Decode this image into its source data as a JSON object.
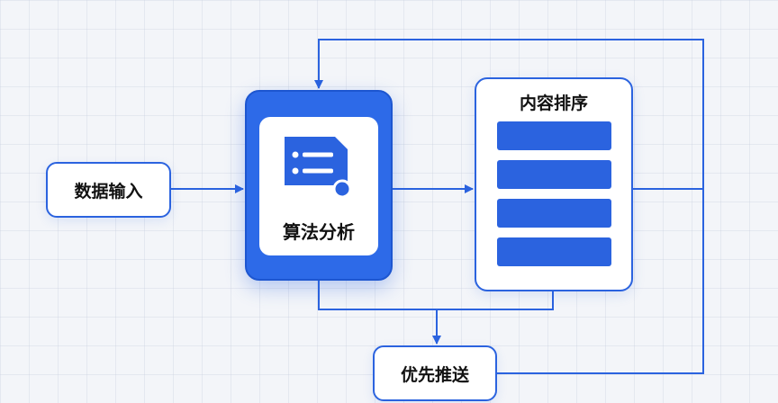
{
  "diagram": {
    "nodes": {
      "input": {
        "label": "数据输入"
      },
      "algorithm": {
        "label": "算法分析",
        "icon": "server-document-icon"
      },
      "ranking": {
        "label": "内容排序",
        "rows": 4
      },
      "push": {
        "label": "优先推送"
      }
    },
    "edges": [
      {
        "from": "数据输入",
        "to": "算法分析"
      },
      {
        "from": "算法分析",
        "to": "内容排序"
      },
      {
        "from": "算法分析",
        "to": "优先推送"
      },
      {
        "from": "内容排序",
        "to": "优先推送"
      },
      {
        "from": "优先推送",
        "to": "算法分析",
        "type": "feedback"
      },
      {
        "from": "内容排序",
        "to": "算法分析",
        "type": "feedback"
      }
    ]
  },
  "colors": {
    "accent": "#2b63df",
    "accent_fill": "#2d6ae8",
    "background": "#f3f5f9",
    "text": "#111111"
  }
}
